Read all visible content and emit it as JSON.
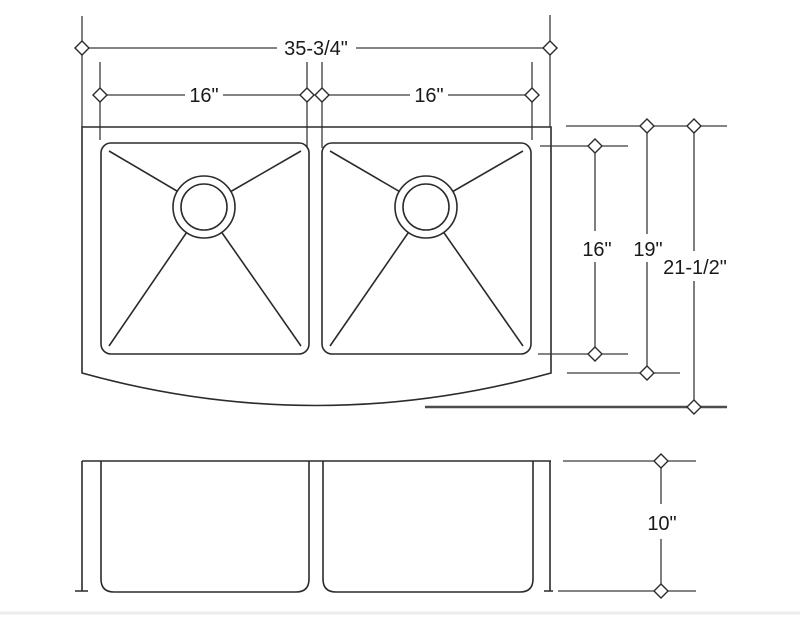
{
  "drawing": {
    "subject": "double-bowl apron-front sink technical drawing",
    "views": [
      "plan-view",
      "front-view"
    ]
  },
  "dimensions": {
    "overall_width": "35-3/4\"",
    "left_bowl_width": "16\"",
    "right_bowl_width": "16\"",
    "bowl_front_to_back": "16\"",
    "depth_behind_apron": "19\"",
    "overall_front_to_back": "21-1/2\"",
    "apron_height": "10\""
  },
  "colors": {
    "line": "#2b2b2b",
    "dimension_line": "#3a3a3a",
    "heavy_line": "#4d4d4d",
    "page_edge": "#ededed",
    "background": "#ffffff"
  }
}
